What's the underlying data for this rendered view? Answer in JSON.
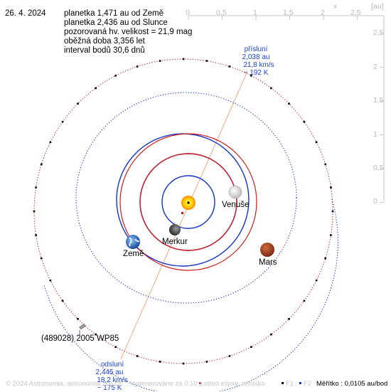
{
  "header": {
    "date": "26. 4. 2024",
    "lines": [
      "planetka 1,471 au od Země",
      "planetka 2,436 au od Slunce",
      "pozorovaná hv. velikost = 21,9 mag",
      "oběžná doba 3,356 let",
      "interval bodů 30,6 dnů"
    ]
  },
  "axes": {
    "x_ticks": [
      "0",
      "0,5",
      "1",
      "1,5",
      "2",
      "2,5"
    ],
    "x_label": "x",
    "unit": "[au]",
    "y_ticks": [
      "2,5",
      "2",
      "1,5",
      "1",
      "0,5",
      "0"
    ]
  },
  "planets": {
    "merkur": "Merkur",
    "venuse": "Venuše",
    "zeme": "Země",
    "mars": "Mars"
  },
  "asteroid": {
    "name": "(489028) 2005 WP85"
  },
  "perihelion": {
    "title": "přísluní",
    "distance": "2,038 au",
    "speed": "21,8 km/s",
    "temp": "~ 192 K"
  },
  "aphelion": {
    "title": "odsluní",
    "distance": "2,445 au",
    "speed": "18,2 km/s",
    "temp": "~ 175 K"
  },
  "footer": {
    "copyright": "© 2024 Astronomia, astronomia.zcu.cz",
    "generated": "Vygenerováno za 0,10 s",
    "center_legend": "střed elipsy, ohnisko",
    "f1": "F1",
    "f2": "F2",
    "scale": "Měřítko : 0,0105 au/bod"
  },
  "colors": {
    "inner_orbit": "#d11a1a",
    "outer_orbit": "#1133cc",
    "apsis_line": "#f0a070",
    "axis": "#c8c8c8"
  }
}
